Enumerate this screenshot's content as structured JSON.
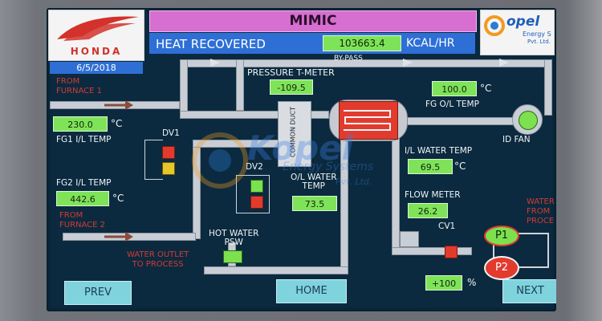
{
  "header": {
    "brand_logo_text": "HONDA",
    "date": "6/5/2018",
    "title": "MIMIC",
    "heat_recovered_label": "HEAT RECOVERED",
    "heat_recovered_value": "103663.4",
    "heat_recovered_unit": "KCAL/HR",
    "company_logo_text": "opel",
    "company_logo_sub1": "Energy S",
    "company_logo_sub2": "Pvt. Ltd."
  },
  "labels": {
    "bypass": "BY-PASS",
    "pressure_t_meter": "PRESSURE T-METER",
    "from_furnace_1": "FROM\nFURNACE 1",
    "fg1_il_temp": "FG1 I/L TEMP",
    "fg2_il_temp": "FG2 I/L TEMP",
    "from_furnace_2": "FROM\nFURNACE 2",
    "dv1": "DV1",
    "dv2": "DV2",
    "common_duct": "COMMON DUCT",
    "fg_ol_temp": "FG O/L TEMP",
    "id_fan": "ID FAN",
    "il_water_temp": "I/L WATER TEMP",
    "ol_water_temp": "O/L WATER\nTEMP",
    "flow_meter": "FLOW METER",
    "cv1": "CV1",
    "hot_water_psw": "HOT WATER\nPSW",
    "water_outlet_to_process": "WATER OUTLET\nTO PROCESS",
    "water_from_process": "WATER\nFROM\nPROCE",
    "watermark_main": "Kopel",
    "watermark_sub1": "Energy Systems",
    "watermark_sub2": "Pvt. Ltd."
  },
  "values": {
    "pressure": "-109.5",
    "fg1_temp": "230.0",
    "fg2_temp": "442.6",
    "fg_ol_temp": "100.0",
    "il_water_temp": "69.5",
    "ol_water_temp": "73.5",
    "flow_meter": "26.2",
    "cv1_percent": "+100"
  },
  "units": {
    "celsius": "°C",
    "percent": "%"
  },
  "pumps": {
    "p1": "P1",
    "p2": "P2"
  },
  "buttons": {
    "prev": "PREV",
    "home": "HOME",
    "next": "NEXT"
  },
  "colors": {
    "title_bar": "#d66fd0",
    "header_bar": "#2e6fd6",
    "value_green": "#7fe35a",
    "button_cyan": "#7fd3dc",
    "pump_red": "#e23b2e",
    "fan_green": "#7de04f"
  }
}
